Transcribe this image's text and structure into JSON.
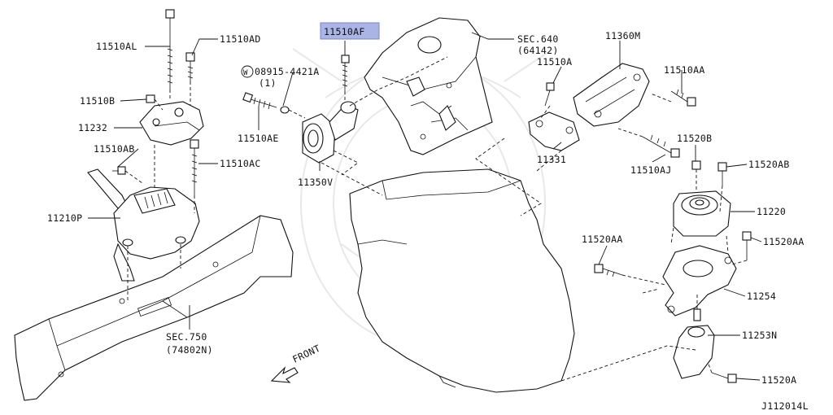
{
  "diagram_code": "J112014L",
  "highlight_color": "#aab4e6",
  "front_label": "FRONT",
  "labels": {
    "11510AL": "11510AL",
    "11510AD": "11510AD",
    "11510B": "11510B",
    "11232": "11232",
    "11510AB": "11510AB",
    "11510AC": "11510AC",
    "11210P": "11210P",
    "sec750": "SEC.750",
    "sec750_sub": "(74802N)",
    "11510AF": "11510AF",
    "washer_symbol": "W",
    "washer_part": "08915-4421A",
    "washer_qty": "(1)",
    "11510AE": "11510AE",
    "11350V": "11350V",
    "sec640": "SEC.640",
    "sec640_sub": "(64142)",
    "11510A": "11510A",
    "11360M": "11360M",
    "11510AA": "11510AA",
    "11331": "11331",
    "11510AJ": "11510AJ",
    "11520B": "11520B",
    "11520AB": "11520AB",
    "11220": "11220",
    "11520AA_left": "11520AA",
    "11520AA_right": "11520AA",
    "11254": "11254",
    "11253N": "11253N",
    "11520A": "11520A"
  }
}
